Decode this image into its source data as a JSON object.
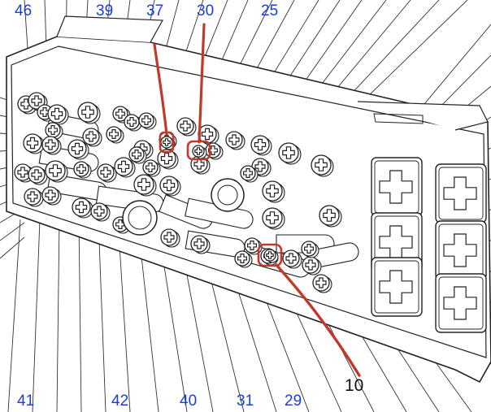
{
  "top_labels": [
    {
      "id": "46",
      "text": "46"
    },
    {
      "id": "39",
      "text": "39"
    },
    {
      "id": "37",
      "text": "37"
    },
    {
      "id": "30",
      "text": "30"
    },
    {
      "id": "25",
      "text": "25"
    }
  ],
  "bottom_labels": [
    {
      "id": "41",
      "text": "41"
    },
    {
      "id": "42",
      "text": "42"
    },
    {
      "id": "40",
      "text": "40"
    },
    {
      "id": "31",
      "text": "31"
    },
    {
      "id": "29",
      "text": "29"
    }
  ],
  "callout": {
    "text": "10"
  },
  "colors": {
    "label_blue": "#1a3fd6",
    "callout_black": "#111111",
    "highlight_red": "#c0392b",
    "line_art": "#222222"
  }
}
